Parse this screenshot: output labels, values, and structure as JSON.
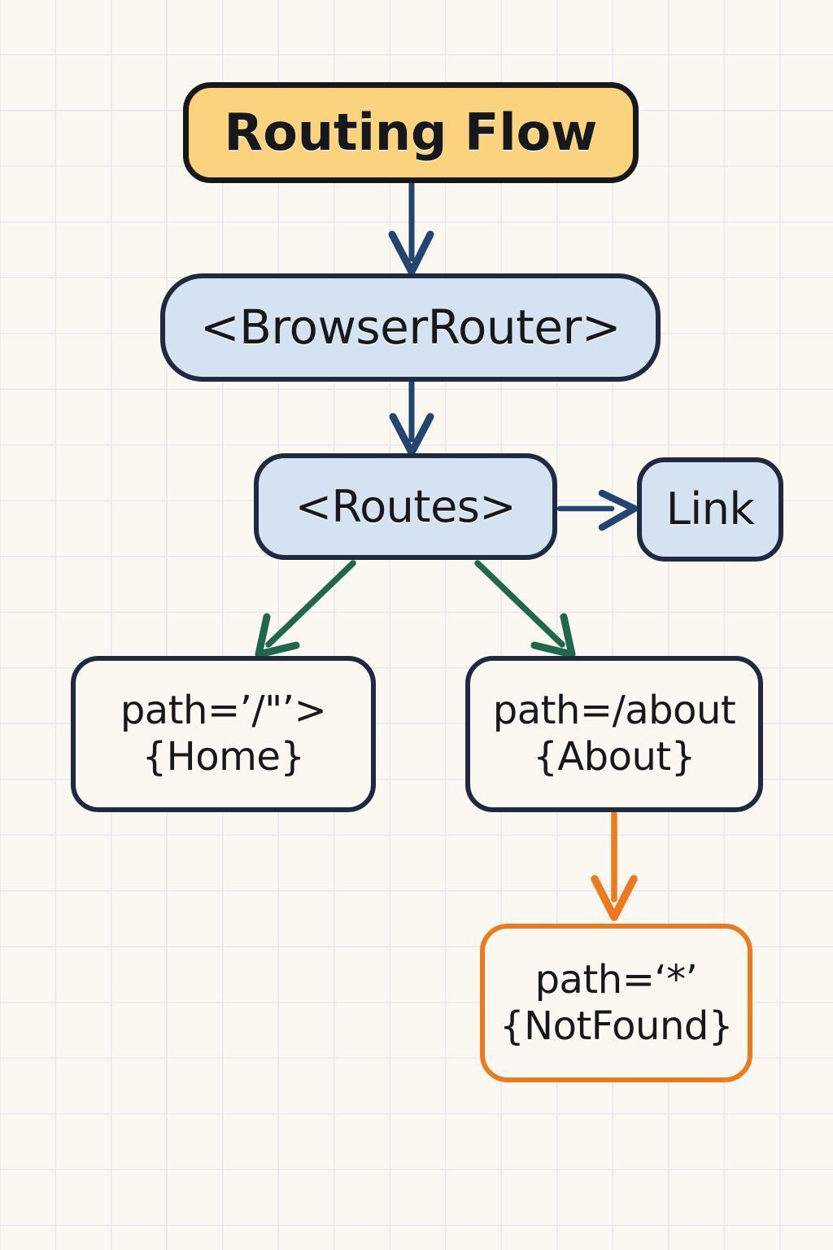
{
  "diagram": {
    "title": "Routing Flow",
    "background_color": "#faf8f1",
    "grid_color": "#e6e8f0",
    "nodes": {
      "title": {
        "label": "Routing Flow",
        "fill": "#fbd27d",
        "stroke": "#17181b"
      },
      "browser_router": {
        "label": "<BrowserRouter>",
        "fill": "#d4e2f2",
        "stroke": "#1f2a40"
      },
      "routes": {
        "label": "<Routes>",
        "fill": "#d4e2f2",
        "stroke": "#1f2a40"
      },
      "link": {
        "label": "Link",
        "fill": "#d4e2f2",
        "stroke": "#1f2a40"
      },
      "home": {
        "line1": "path=’/\"’>",
        "line2": "{Home}",
        "fill": "#faf8f1",
        "stroke": "#1f2a40"
      },
      "about": {
        "line1": "path=/about",
        "line2": "{About}",
        "fill": "#faf8f1",
        "stroke": "#1f2a40"
      },
      "not_found": {
        "line1": "path=‘*’",
        "line2": "{NotFound}",
        "fill": "#faf8f1",
        "stroke": "#ee7a1f"
      }
    },
    "edges": [
      {
        "name": "title-to-browserrouter",
        "from": "title",
        "to": "browser_router",
        "color": "#23456f"
      },
      {
        "name": "browserrouter-to-routes",
        "from": "browser_router",
        "to": "routes",
        "color": "#23456f"
      },
      {
        "name": "routes-to-link",
        "from": "routes",
        "to": "link",
        "color": "#23456f"
      },
      {
        "name": "routes-to-home",
        "from": "routes",
        "to": "home",
        "color": "#20674b"
      },
      {
        "name": "routes-to-about",
        "from": "routes",
        "to": "about",
        "color": "#20674b"
      },
      {
        "name": "about-to-notfound",
        "from": "about",
        "to": "not_found",
        "color": "#ee7a1f"
      }
    ]
  }
}
